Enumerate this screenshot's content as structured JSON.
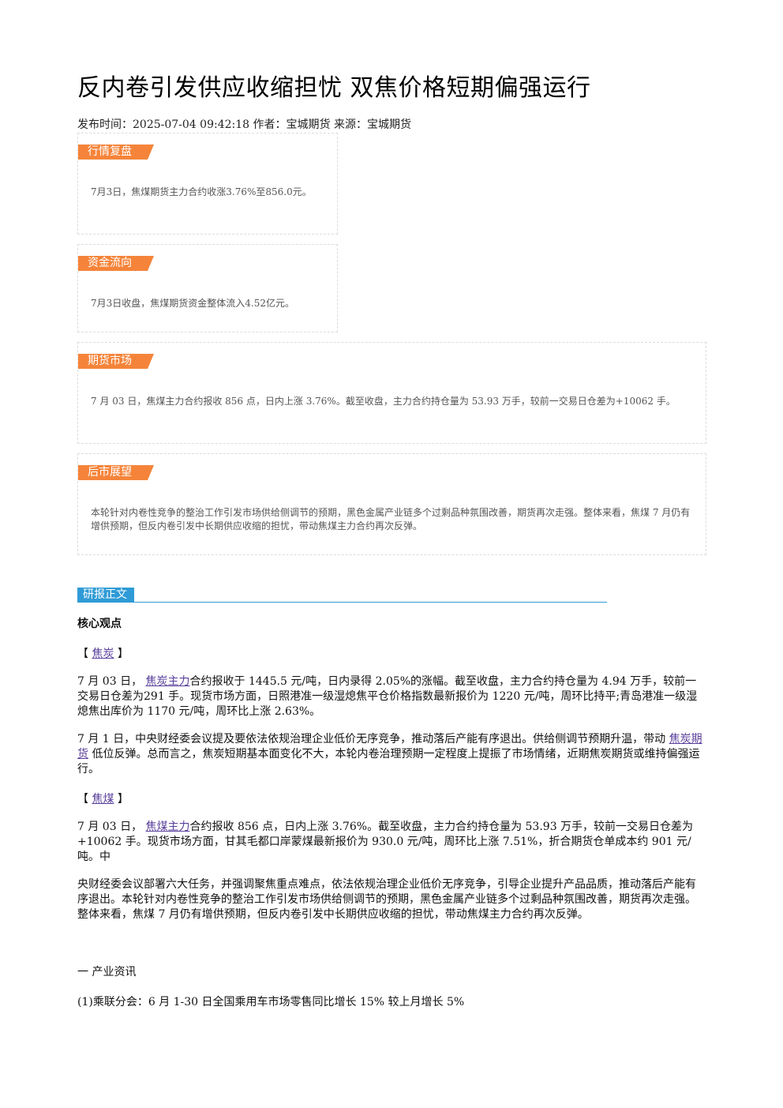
{
  "article": {
    "title": "反内卷引发供应收缩担忧 双焦价格短期偏强运行",
    "meta": "发布时间：2025-07-04 09:42:18 作者：宝城期货 来源：宝城期货"
  },
  "boxes": {
    "market_review": {
      "tag": "行情复盘",
      "text": "7月3日，焦煤期货主力合约收涨3.76%至856.0元。"
    },
    "fund_flow": {
      "tag": "资金流向",
      "text": "7月3日收盘，焦煤期货资金整体流入4.52亿元。"
    },
    "futures_market": {
      "tag": "期货市场",
      "text": "7 月 03 日，焦煤主力合约报收 856 点，日内上涨 3.76%。截至收盘，主力合约持仓量为 53.93 万手，较前一交易日仓差为+10062 手。"
    },
    "outlook": {
      "tag": "后市展望",
      "text": "本轮针对内卷性竞争的整治工作引发市场供给侧调节的预期，黑色金属产业链多个过剩品种氛围改善，期货再次走强。整体来看，焦煤 7 月仍有增供预期，但反内卷引发中长期供应收缩的担忧，带动焦煤主力合约再次反弹。"
    }
  },
  "body": {
    "section_tag": "研报正文",
    "core_title": "核心观点",
    "coke": {
      "bracket_open": "【",
      "bracket_close": "】",
      "label": "焦炭",
      "p1_prefix": "7 月 03 日，",
      "p1_link": "焦炭主力",
      "p1_rest": "合约报收于 1445.5 元/吨，日内录得 2.05%的涨幅。截至收盘，主力合约持仓量为 4.94 万手，较前一交易日仓差为291 手。现货市场方面，日照港准一级湿熄焦平仓价格指数最新报价为 1220 元/吨，周环比持平;青岛港准一级湿熄焦出库价为 1170 元/吨，周环比上涨 2.63%。",
      "p2_prefix": "7 月 1 日，中央财经委会议提及要依法依规治理企业低价无序竞争，推动落后产能有序退出。供给侧调节预期升温，带动",
      "p2_link": "焦炭期货",
      "p2_rest": "低位反弹。总而言之，焦炭短期基本面变化不大，本轮内卷治理预期一定程度上提振了市场情绪，近期焦炭期货或维持偏强运行。"
    },
    "coking_coal": {
      "bracket_open": "【",
      "bracket_close": "】",
      "label": "焦煤",
      "p1_prefix": "7 月 03 日，",
      "p1_link": "焦煤主力",
      "p1_rest": "合约报收 856 点，日内上涨 3.76%。截至收盘，主力合约持仓量为 53.93 万手，较前一交易日仓差为+10062 手。现货市场方面，甘其毛都口岸蒙煤最新报价为 930.0 元/吨，周环比上涨 7.51%，折合期货仓单成本约 901 元/吨。中",
      "p2": "央财经委会议部署六大任务，并强调聚焦重点难点，依法依规治理企业低价无序竞争，引导企业提升产品品质，推动落后产能有序退出。本轮针对内卷性竞争的整治工作引发市场供给侧调节的预期，黑色金属产业链多个过剩品种氛围改善，期货再次走强。整体来看，焦煤 7 月仍有增供预期，但反内卷引发中长期供应收缩的担忧，带动焦煤主力合约再次反弹。"
    },
    "industry_title": "一 产业资讯",
    "industry_item1": "(1)乘联分会：6 月 1-30 日全国乘用车市场零售同比增长 15% 较上月增长 5%"
  }
}
